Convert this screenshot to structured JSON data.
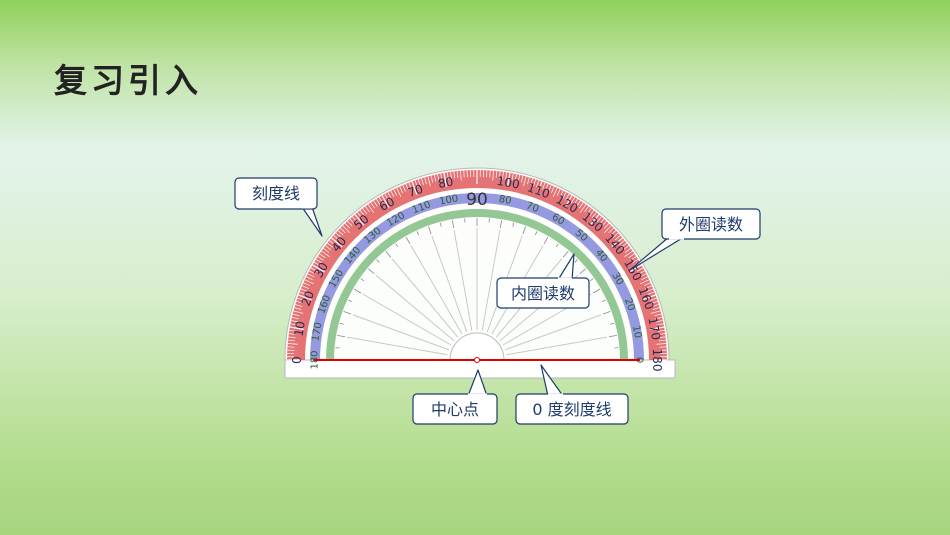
{
  "title": "复习引入",
  "protractor": {
    "center_mark": "90",
    "outer_labels": [
      "0",
      "10",
      "20",
      "30",
      "40",
      "50",
      "60",
      "70",
      "80",
      "",
      "100",
      "110",
      "120",
      "130",
      "140",
      "150",
      "160",
      "170",
      "180"
    ],
    "inner_labels": [
      "180",
      "170",
      "160",
      "150",
      "140",
      "130",
      "120",
      "110",
      "100",
      "",
      "80",
      "70",
      "60",
      "50",
      "40",
      "30",
      "20",
      "10",
      "0"
    ]
  },
  "callouts": {
    "scale_line": "刻度线",
    "outer_reading": "外圈读数",
    "inner_reading": "内圈读数",
    "center_point": "中心点",
    "zero_line": "0 度刻度线"
  },
  "colors": {
    "outer_band": "#e05a5a",
    "blue_band": "#8f93e0",
    "green_band": "#8dc48d",
    "zero_line": "#e00000",
    "callout_border": "#1e3b6b"
  }
}
